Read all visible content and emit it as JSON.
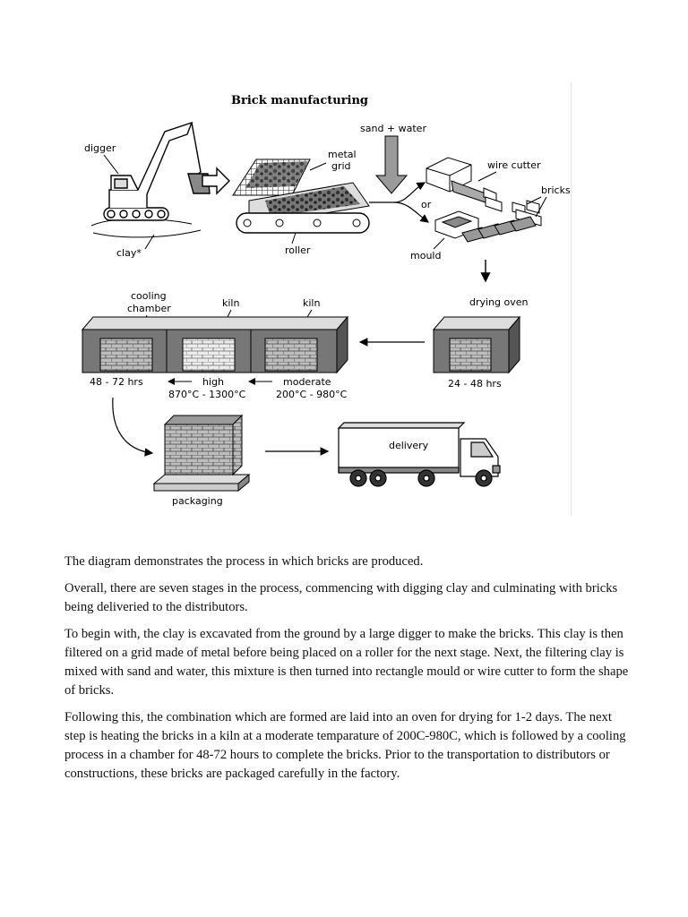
{
  "diagram": {
    "title": "Brick manufacturing",
    "labels": {
      "digger": "digger",
      "clay": "clay*",
      "metal": "metal",
      "grid": "grid",
      "roller": "roller",
      "sand_water": "sand + water",
      "wire_cutter": "wire cutter",
      "bricks": "bricks",
      "or": "or",
      "mould": "mould",
      "drying_oven": "drying oven",
      "cooling": "cooling",
      "chamber": "chamber",
      "kiln1": "kiln",
      "kiln2": "kiln",
      "time_cooling": "48 - 72 hrs",
      "high": "high",
      "high_temp": "870°C - 1300°C",
      "moderate": "moderate",
      "moderate_temp": "200°C - 980°C",
      "time_drying": "24 - 48 hrs",
      "delivery": "delivery",
      "packaging": "packaging"
    }
  },
  "essay": {
    "paragraphs": [
      "The diagram demonstrates the process in which bricks are produced.",
      "Overall, there are seven stages in the process, commencing with digging clay and culminating with bricks being deliveried to the distributors.",
      "To begin with, the clay is excavated from the ground by a large digger to make the bricks. This clay is then filtered on a grid made of metal before being placed on a roller for the next stage. Next, the filtering clay is mixed with sand and water, this mixture is then turned into rectangle mould or wire cutter to form the shape of bricks.",
      "Following this, the combination which are formed are laid into an oven for drying for 1-2 days. The next step is heating the bricks in a kiln at a moderate temparature of 200C-980C, which is followed by a cooling process in a chamber for 48-72 hours to complete the bricks. Prior to the transportation to distributors or constructions, these bricks are packaged carefully in the factory."
    ]
  }
}
